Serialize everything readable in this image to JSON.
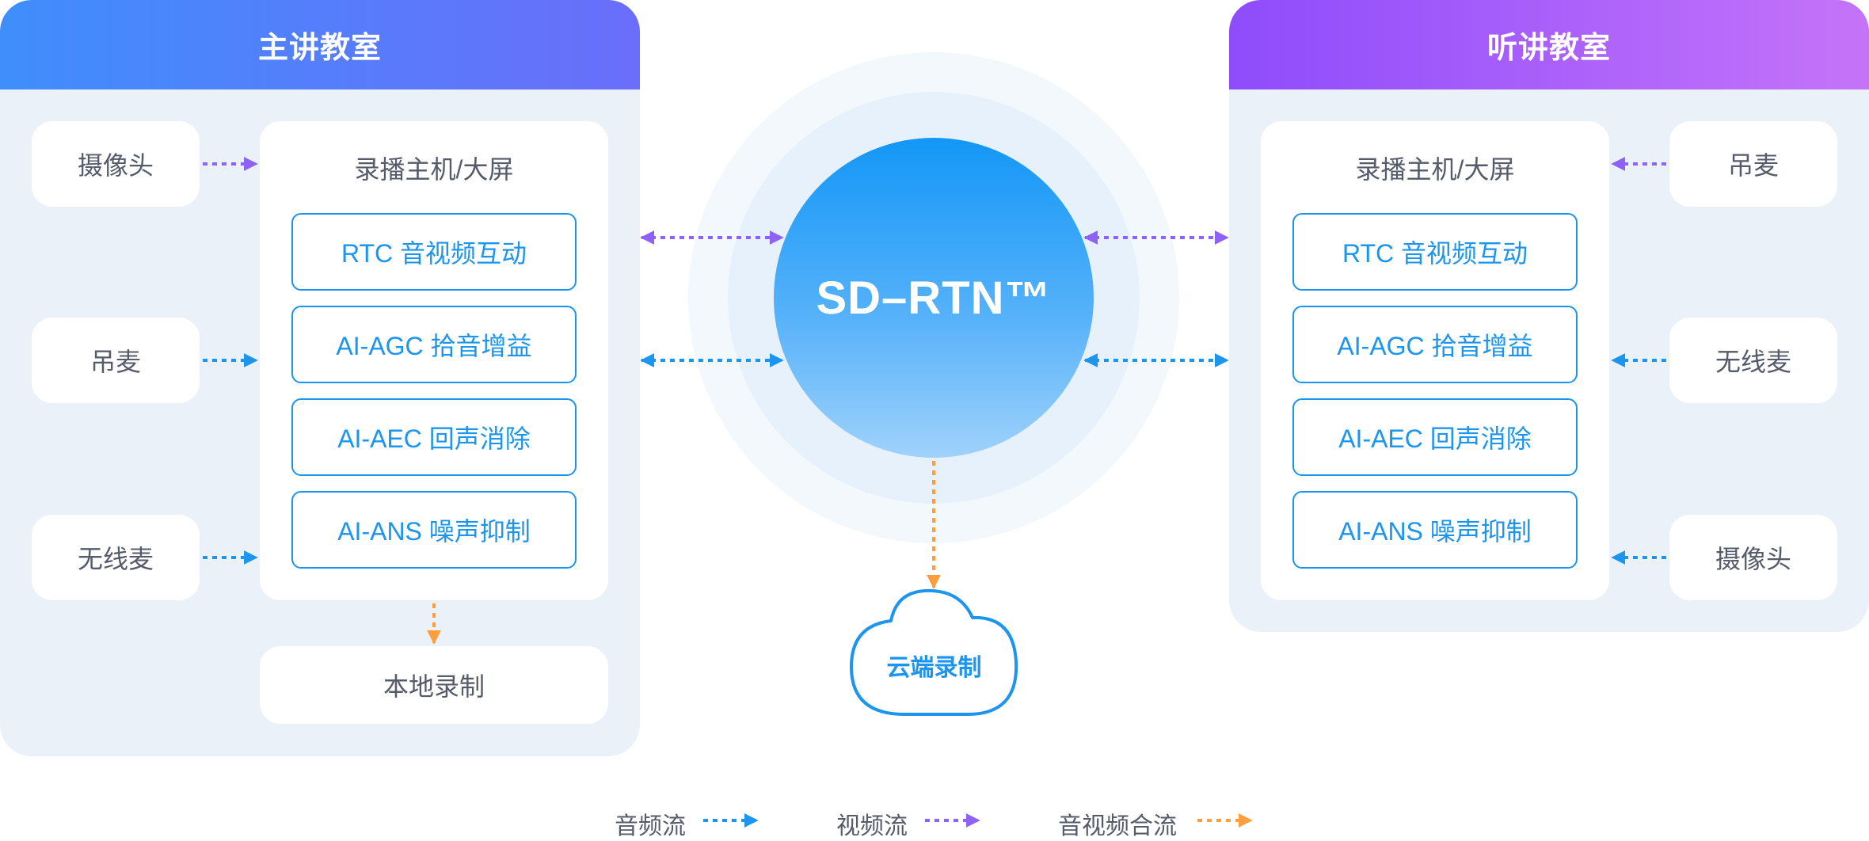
{
  "left_room": {
    "title": "主讲教室",
    "devices": [
      "摄像头",
      "吊麦",
      "无线麦"
    ],
    "host_title": "录播主机/大屏",
    "features": [
      "RTC 音视频互动",
      "AI-AGC 拾音增益",
      "AI-AEC 回声消除",
      "AI-ANS 噪声抑制"
    ],
    "local_record": "本地录制"
  },
  "right_room": {
    "title": "听讲教室",
    "devices": [
      "吊麦",
      "无线麦",
      "摄像头"
    ],
    "host_title": "录播主机/大屏",
    "features": [
      "RTC 音视频互动",
      "AI-AGC 拾音增益",
      "AI-AEC 回声消除",
      "AI-ANS 噪声抑制"
    ]
  },
  "center": {
    "label": "SD–RTN™"
  },
  "cloud": {
    "label": "云端录制"
  },
  "legend": [
    {
      "label": "音频流",
      "color": "#1B95EE"
    },
    {
      "label": "视频流",
      "color": "#8E62F4"
    },
    {
      "label": "音视频合流",
      "color": "#FF9E3D"
    }
  ],
  "colors": {
    "audio": "#1B95EE",
    "video": "#8E62F4",
    "mixed": "#FF9E3D",
    "panel_bg": "#EBF1F9"
  }
}
